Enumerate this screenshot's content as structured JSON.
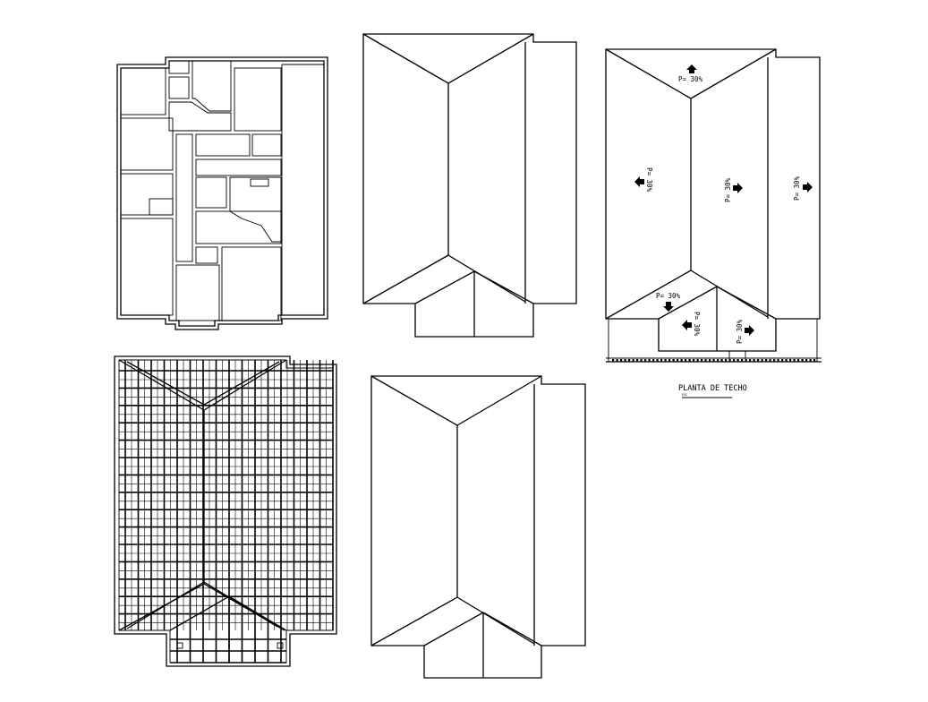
{
  "drawing": {
    "title": "PLANTA DE TECHO",
    "scale_label": "ESC",
    "slope_label": "P= 30%",
    "line_color": "#000000",
    "background": "#ffffff"
  },
  "views": [
    {
      "id": "floor-plan",
      "label": ""
    },
    {
      "id": "roof-outline-top",
      "label": ""
    },
    {
      "id": "roof-plan-slopes",
      "label": "PLANTA DE TECHO"
    },
    {
      "id": "roof-framing-plan",
      "label": ""
    },
    {
      "id": "roof-outline-bottom",
      "label": ""
    }
  ]
}
